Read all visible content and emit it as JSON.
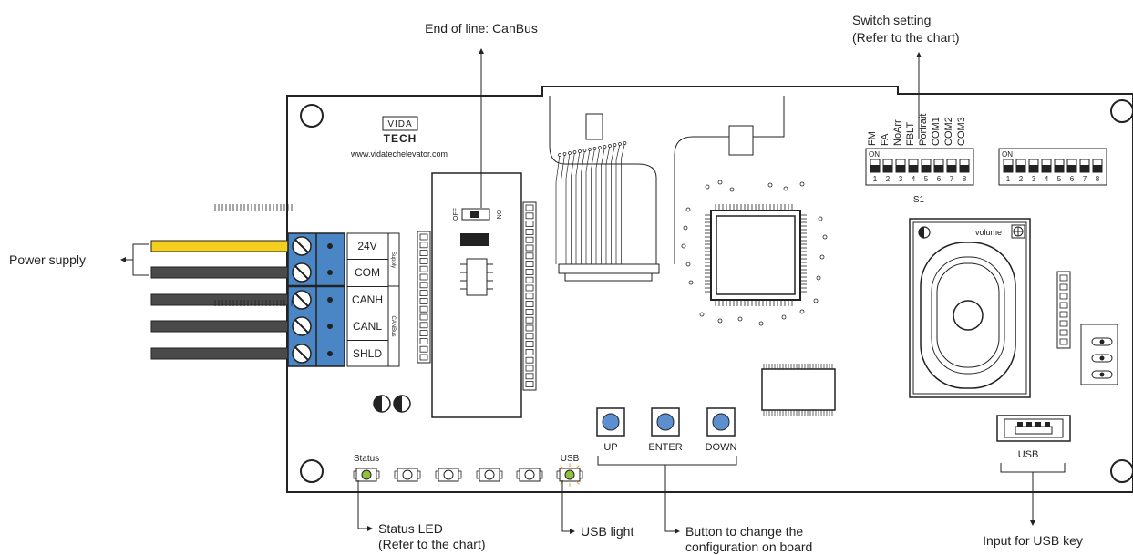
{
  "callouts": {
    "end_of_line": "End of line: CanBus",
    "switch_setting_1": "Switch setting",
    "switch_setting_2": "(Refer to the chart)",
    "power_supply": "Power supply",
    "status_led_1": "Status LED",
    "status_led_2": "(Refer to the chart)",
    "usb_light": "USB light",
    "button_change_1": "Button to change the",
    "button_change_2": "configuration on board",
    "usb_input": "Input for USB key"
  },
  "brand": {
    "logo_line1": "VIDA",
    "logo_line2": "TECH",
    "url": "www.vidatechelevator.com"
  },
  "terminals": {
    "labels": [
      "24V",
      "COM",
      "CANH",
      "CANL",
      "SHLD"
    ],
    "group_supply": "Supply",
    "group_canbus": "CANBus"
  },
  "wires": {
    "colors": [
      "#f5cf1d",
      "#4a4a4a",
      "#4a4a4a",
      "#4a4a4a",
      "#4a4a4a"
    ]
  },
  "jumper": {
    "off": "OFF",
    "on": "ON"
  },
  "dip_switch": {
    "labels": [
      "FM",
      "FA",
      "NoArr",
      "FBLT",
      "Portrait",
      "COM1",
      "COM2",
      "COM3"
    ],
    "on_label": "ON",
    "numbers": [
      "1",
      "2",
      "3",
      "4",
      "5",
      "6",
      "7",
      "8"
    ],
    "name": "S1"
  },
  "dip_switch_2": {
    "on_label": "ON",
    "numbers": [
      "1",
      "2",
      "3",
      "4",
      "5",
      "6",
      "7",
      "8"
    ]
  },
  "leds": {
    "status_label": "Status",
    "usb_label": "USB"
  },
  "buttons": {
    "up": "UP",
    "enter": "ENTER",
    "down": "DOWN"
  },
  "speaker": {
    "volume_label": "volume"
  },
  "usb_port": {
    "label": "USB"
  },
  "colors": {
    "terminal_blue": "#4a86c5",
    "button_blue": "#5b8fd0",
    "led_green": "#8fc13e",
    "outline": "#222222"
  }
}
